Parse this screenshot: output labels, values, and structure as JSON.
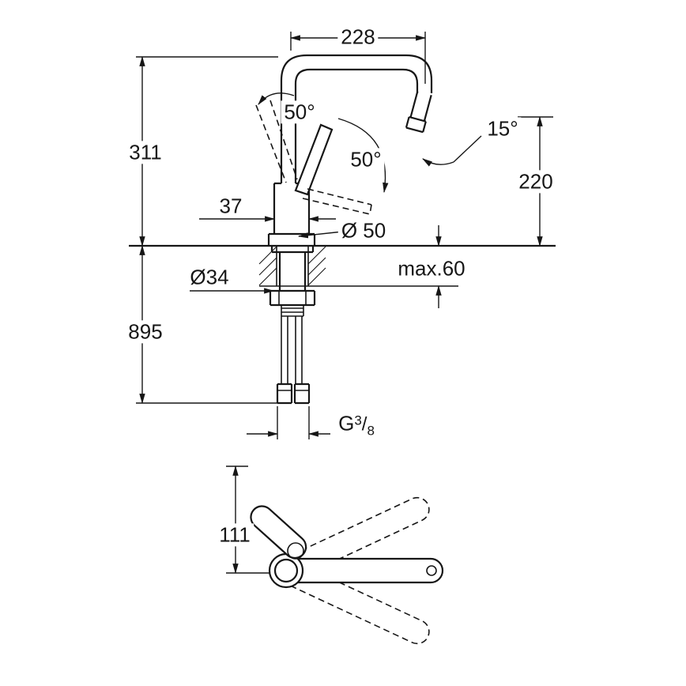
{
  "drawing": {
    "background": "#ffffff",
    "line_color": "#161616",
    "labels": {
      "spout_reach": "228",
      "height_to_deck": "311",
      "spout_swivel_angle": "50°",
      "lever_swivel_angle": "50°",
      "outlet_angle": "15°",
      "outlet_height": "220",
      "body_width": "37",
      "base_diameter": "Ø 50",
      "max_deck_thickness": "max.60",
      "hole_diameter": "Ø34",
      "overall_height": "895",
      "thread_prefix": "G",
      "thread_numerator": "3",
      "thread_slash": "/",
      "thread_denominator": "8",
      "lever_offset": "111"
    }
  }
}
